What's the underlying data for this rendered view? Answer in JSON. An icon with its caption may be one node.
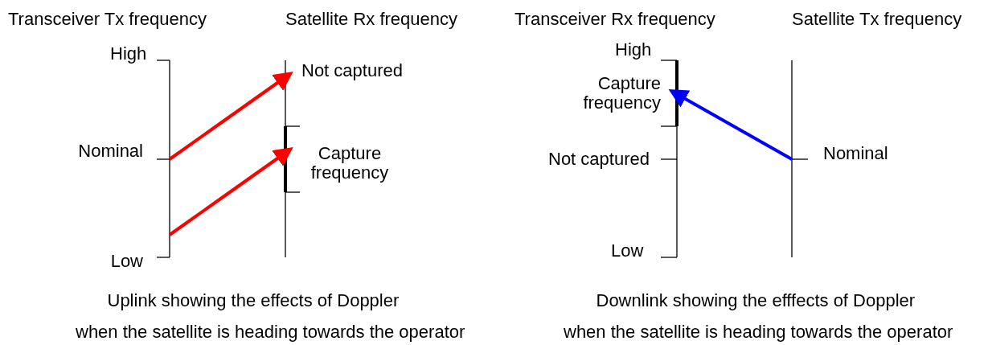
{
  "diagram": {
    "nodes": [
      {
        "text": [
          "Nominal"
        ]
      },
      {
        "text": [
          "Not captured"
        ]
      },
      {
        "text": [
          "Capture frequency"
        ]
      },
      {
        "text": [
          "Low"
        ]
      },
      {
        "text": [
          "Capture frequency"
        ]
      },
      {
        "text": [
          "Nominal"
        ]
      }
    ],
    "edges": [
      {
        "from": 0,
        "to": 1,
        "arrow": "to"
      },
      {
        "from": 3,
        "to": 2,
        "arrow": "to"
      },
      {
        "from": 5,
        "to": 4,
        "arrow": "to",
        "color": "#0000ff"
      }
    ],
    "labels": [
      "Transceiver Tx frequency",
      "Satellite Rx frequency",
      "High",
      "Transceiver Rx frequency",
      "Satellite Tx frequency",
      "High",
      "Not captured",
      "Low",
      "Uplink showing the effects of Doppler",
      "when the satellite is heading towards the operator",
      "Downlink showing the efffects of Doppler",
      "when the satellite is heading towards the operator"
    ]
  }
}
